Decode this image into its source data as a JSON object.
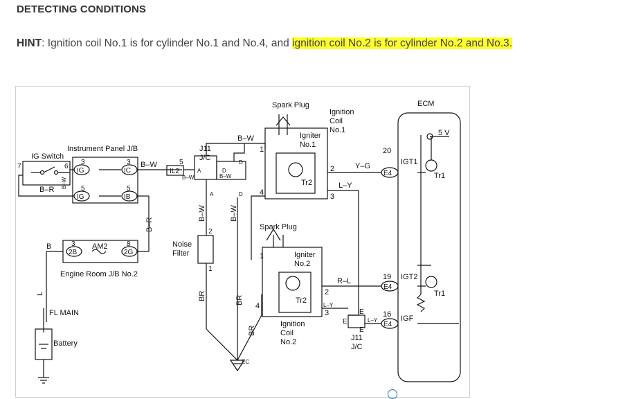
{
  "heading": "DETECTING CONDITIONS",
  "hint": {
    "label": "HINT",
    "sep": ":",
    "text_plain": " Ignition coil No.1 is for cylinder No.1 and No.4, and ",
    "text_highlight": "ignition coil No.2 is for cylinder No.2 and No.3."
  },
  "colors": {
    "highlight": "#fdfd2c",
    "frame_border": "#cfcfcf",
    "wire": "#111111"
  },
  "diagram": {
    "ig_switch": "IG Switch",
    "instrument_panel": "Instrument Panel J/B",
    "j11_top": "J11",
    "jc_top": "J/C",
    "spark_plug_1": "Spark Plug",
    "spark_plug_2": "Spark Plug",
    "coil1": [
      "Ignition",
      "Coil",
      "No.1"
    ],
    "igniter1": [
      "Igniter",
      "No.1"
    ],
    "igniter2": [
      "Igniter",
      "No.2"
    ],
    "coil2": [
      "Ignition",
      "Coil",
      "No.2"
    ],
    "ecm": "ECM",
    "supply": "5 V",
    "noise_filter": [
      "Noise",
      "Filter"
    ],
    "am2": "AM2",
    "engine_room": "Engine Room J/B No.2",
    "fl_main": "FL MAIN",
    "battery": "Battery",
    "j11_bottom": "J11",
    "jc_bottom": "J/C",
    "tr2_a": "Tr2",
    "tr2_b": "Tr2",
    "tr1_a": "Tr1",
    "tr1_b": "Tr1",
    "igt1": "IGT1",
    "igt2": "IGT2",
    "igf": "IGF",
    "conn": {
      "ig": "IG",
      "ic": "IC",
      "ib": "IB",
      "il2": "IL2",
      "2b": "2B",
      "2g": "2G",
      "e4a": "E4",
      "e4b": "E4",
      "e4c": "E4"
    },
    "wires": {
      "bw1": "B–W",
      "bw2": "B–W",
      "bw3": "B–W",
      "bw4": "B–W",
      "bw_small1": "B–W",
      "bw_small2": "B–W",
      "bw_vert": "B–W",
      "br1": "B–R",
      "br2": "B–R",
      "br_v1": "BR",
      "br_v2": "BR",
      "br_v3": "BR",
      "yg": "Y–G",
      "ly": "L–Y",
      "rl": "R–L",
      "ly_small1": "L–Y",
      "ly_small2": "L–Y",
      "b": "B",
      "l": "L",
      "ec": "EC"
    },
    "pins": {
      "p20": "20",
      "p19": "19",
      "p16": "16",
      "p7": "7",
      "p6": "6",
      "p3a": "3",
      "p3b": "3",
      "p5a": "5",
      "p5b": "5",
      "p5c": "5",
      "p3c": "3",
      "p8": "8",
      "p2a": "2",
      "p2b": "2",
      "p2c": "2",
      "p1a": "1",
      "p1b": "1",
      "p1c": "1",
      "p3d": "3",
      "p3e": "3",
      "p4a": "4",
      "p4b": "4",
      "pA": "A",
      "pA2": "A",
      "pD": "D",
      "pD2": "D",
      "pD3": "D",
      "pE1": "E",
      "pE2": "E",
      "pE3": "E"
    }
  }
}
